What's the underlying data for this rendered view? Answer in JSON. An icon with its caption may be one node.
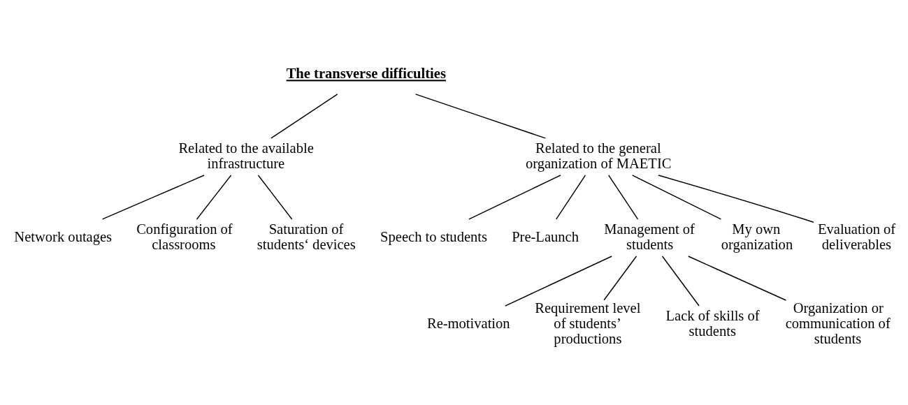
{
  "diagram": {
    "nodes": [
      {
        "text": [
          "The transverse difficulties"
        ]
      },
      {
        "text": [
          "Related to the available infrastructure"
        ]
      },
      {
        "text": [
          "Related to the general organization of MAETIC"
        ]
      },
      {
        "text": [
          "Network outages"
        ]
      },
      {
        "text": [
          "Configuration of classrooms"
        ]
      },
      {
        "text": [
          "Saturation of students‘ devices"
        ]
      },
      {
        "text": [
          "Speech to students"
        ]
      },
      {
        "text": [
          "Pre-Launch"
        ]
      },
      {
        "text": [
          "Management of students"
        ]
      },
      {
        "text": [
          "My own organization"
        ]
      },
      {
        "text": [
          "Evaluation of deliverables"
        ]
      },
      {
        "text": [
          "Re-motivation"
        ]
      },
      {
        "text": [
          "Requirement level of students’ productions"
        ]
      },
      {
        "text": [
          "Lack of skills of students"
        ]
      },
      {
        "text": [
          "Organization or communication of students"
        ]
      }
    ],
    "edges": [
      {
        "from": 0,
        "to": 1,
        "arrow": "none"
      },
      {
        "from": 0,
        "to": 2,
        "arrow": "none"
      },
      {
        "from": 1,
        "to": 3,
        "arrow": "none"
      },
      {
        "from": 1,
        "to": 4,
        "arrow": "none"
      },
      {
        "from": 1,
        "to": 5,
        "arrow": "none"
      },
      {
        "from": 2,
        "to": 6,
        "arrow": "none"
      },
      {
        "from": 2,
        "to": 7,
        "arrow": "none"
      },
      {
        "from": 2,
        "to": 8,
        "arrow": "none"
      },
      {
        "from": 2,
        "to": 9,
        "arrow": "none"
      },
      {
        "from": 2,
        "to": 10,
        "arrow": "none"
      },
      {
        "from": 8,
        "to": 11,
        "arrow": "none"
      },
      {
        "from": 8,
        "to": 12,
        "arrow": "none"
      },
      {
        "from": 8,
        "to": 13,
        "arrow": "none"
      },
      {
        "from": 8,
        "to": 14,
        "arrow": "none"
      }
    ]
  }
}
